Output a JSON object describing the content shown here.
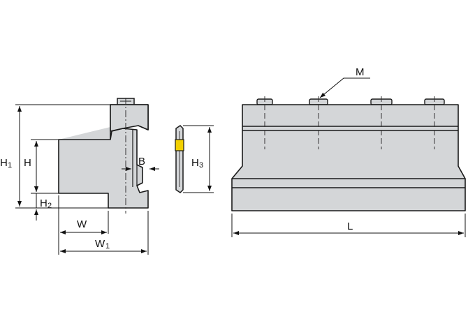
{
  "colors": {
    "body_fill": "#d4d6d8",
    "outline": "#1a1a1a",
    "insert_fill": "#f2d000",
    "centerline": "#333333",
    "dimension": "#111111"
  },
  "labels": {
    "h1": "H",
    "h1_sub": "1",
    "h": "H",
    "h2": "H",
    "h2_sub": "2",
    "h3": "H",
    "h3_sub": "3",
    "w": "W",
    "w1": "W",
    "w1_sub": "1",
    "b": "B",
    "m": "M",
    "l": "L"
  }
}
